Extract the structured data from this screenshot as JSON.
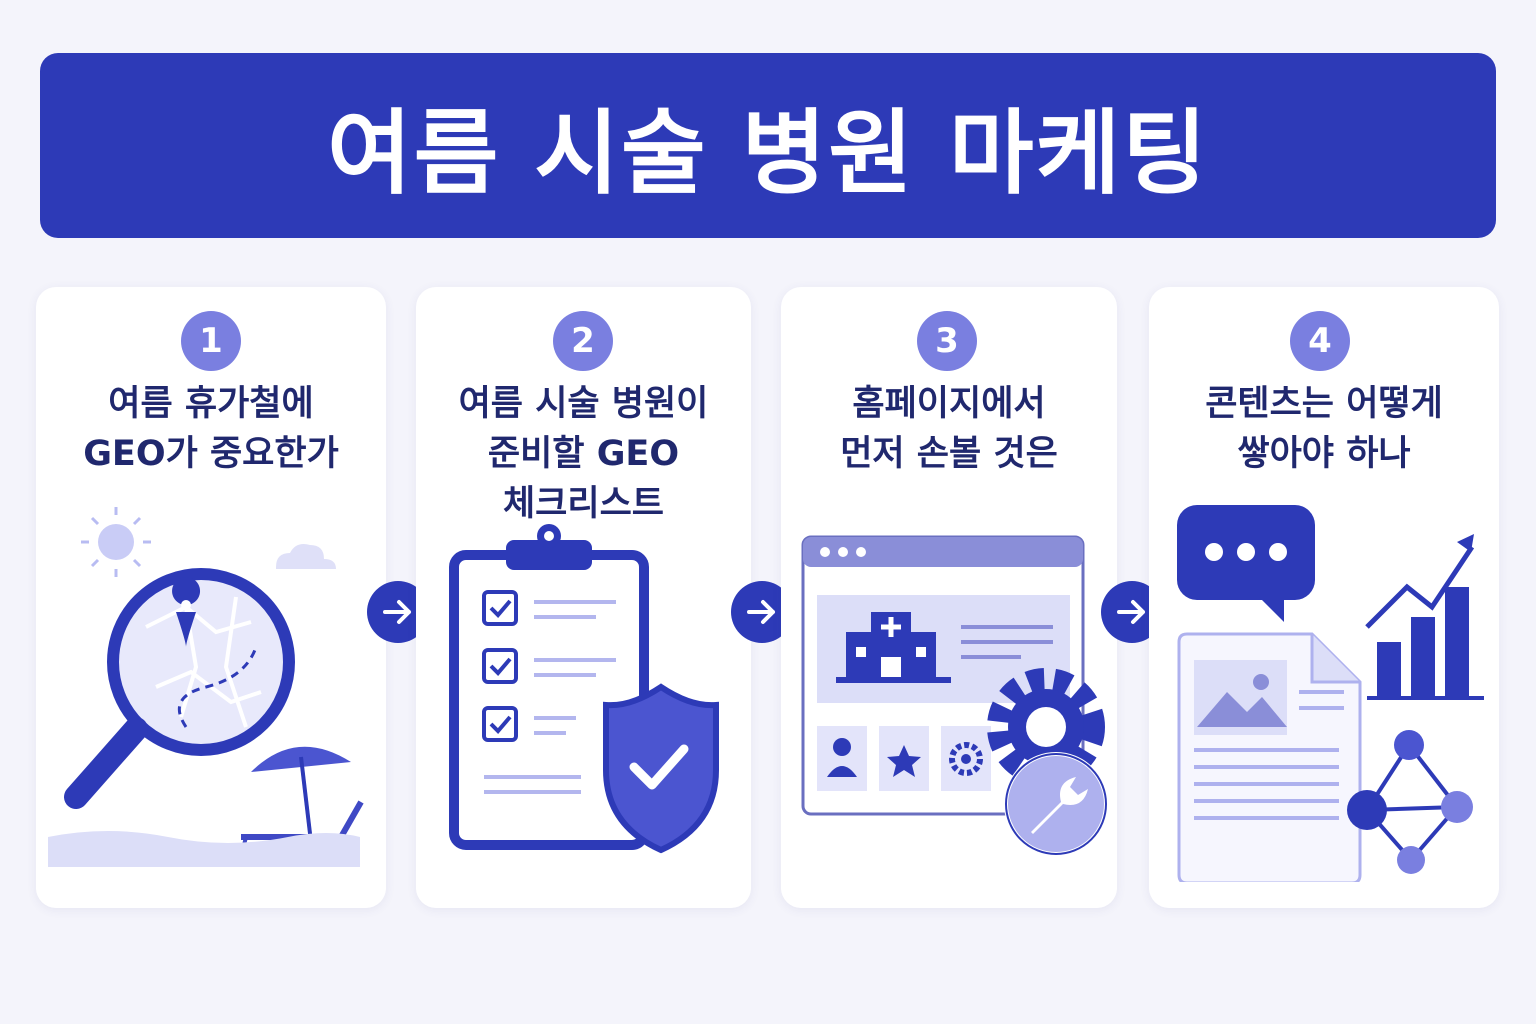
{
  "title": "여름 시술 병원 마케팅",
  "steps": [
    {
      "number": "1",
      "lines": [
        "여름 휴가철에",
        "GEO가 중요한가"
      ],
      "icon": "search-map-beach-icon"
    },
    {
      "number": "2",
      "lines": [
        "여름 시술 병원이",
        "준비할 GEO",
        "체크리스트"
      ],
      "icon": "checklist-shield-icon"
    },
    {
      "number": "3",
      "lines": [
        "홈페이지에서",
        "먼저 손볼 것은"
      ],
      "icon": "website-settings-icon"
    },
    {
      "number": "4",
      "lines": [
        "콘텐츠는 어떻게",
        "쌓아야 하나"
      ],
      "icon": "content-growth-icon"
    }
  ],
  "colors": {
    "primary": "#2d3ab7",
    "accent": "#7a7fe0",
    "light": "#e3e4fa",
    "text": "#20286e"
  }
}
